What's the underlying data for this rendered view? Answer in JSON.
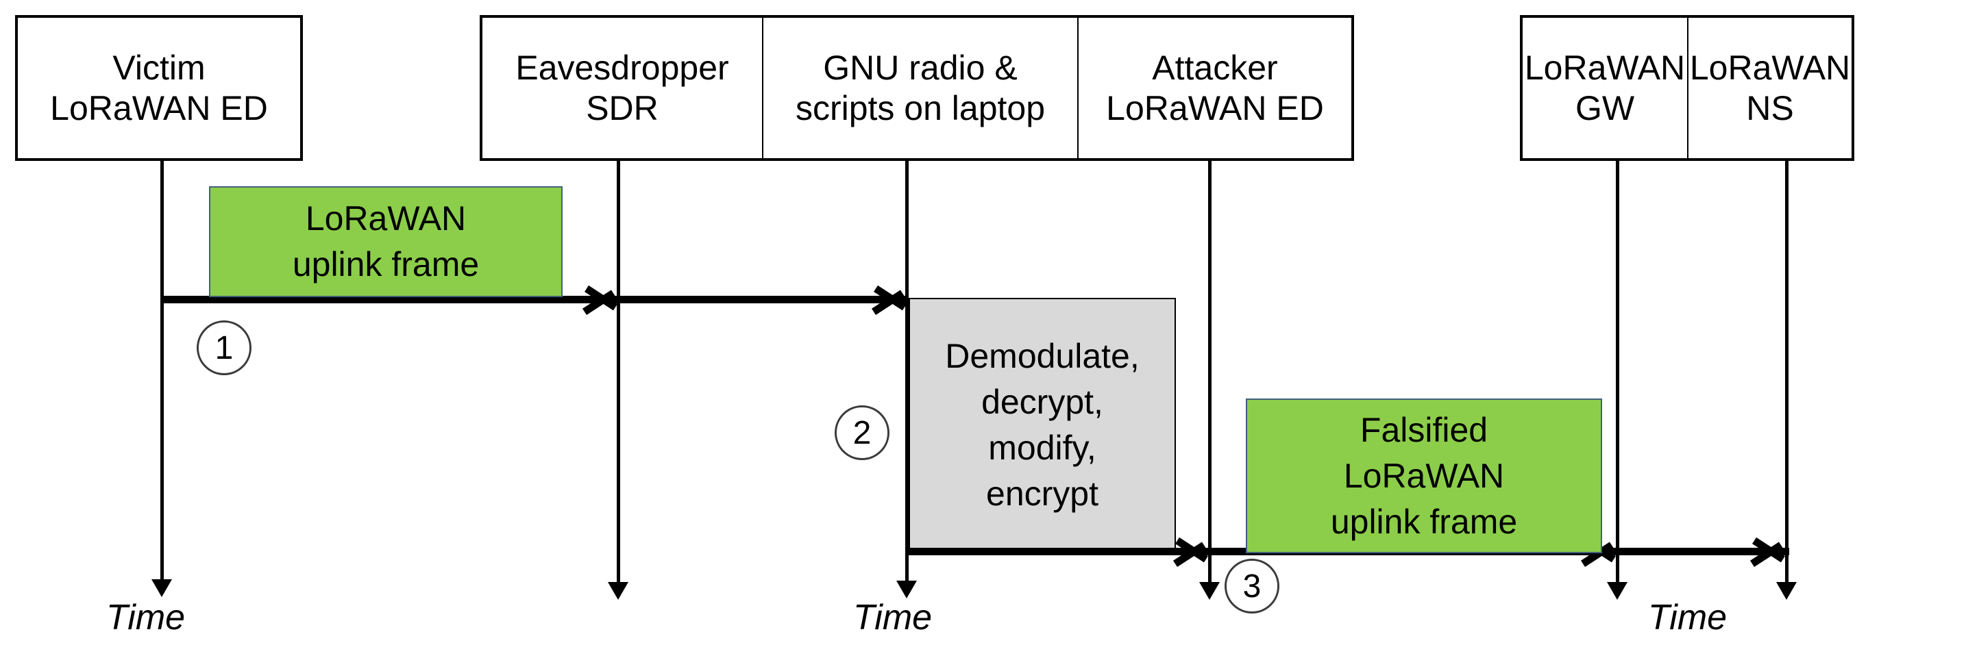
{
  "diagram": {
    "title": "LoRaWAN man-in-the-middle frame falsification sequence",
    "colors": {
      "frame_green": "#8CCE4A",
      "process_gray": "#D9D9D9",
      "line_black": "#000000",
      "frame_border_blue": "#41617F"
    },
    "participants": [
      {
        "id": "victim-ed",
        "label": "Victim\nLoRaWAN ED"
      },
      {
        "id": "eavesdropper",
        "label": "Eavesdropper\nSDR"
      },
      {
        "id": "gnu-radio",
        "label": "GNU radio &\nscripts on laptop"
      },
      {
        "id": "attacker-ed",
        "label": "Attacker\nLoRaWAN ED"
      },
      {
        "id": "lorawan-gw",
        "label": "LoRaWAN\nGW"
      },
      {
        "id": "lorawan-ns",
        "label": "LoRaWAN\nNS"
      }
    ],
    "notes": [
      {
        "id": "uplink-frame",
        "label": "LoRaWAN\nuplink frame"
      },
      {
        "id": "process-block",
        "label": "Demodulate,\ndecrypt,\nmodify,\nencrypt"
      },
      {
        "id": "falsified-uplink-frame",
        "label": "Falsified\nLoRaWAN\nuplink frame"
      }
    ],
    "steps": [
      {
        "id": "step-1",
        "label": "1"
      },
      {
        "id": "step-2",
        "label": "2"
      },
      {
        "id": "step-3",
        "label": "3"
      }
    ],
    "time_labels": [
      {
        "id": "time-victim",
        "label": "Time"
      },
      {
        "id": "time-laptop",
        "label": "Time"
      },
      {
        "id": "time-network",
        "label": "Time"
      }
    ]
  }
}
